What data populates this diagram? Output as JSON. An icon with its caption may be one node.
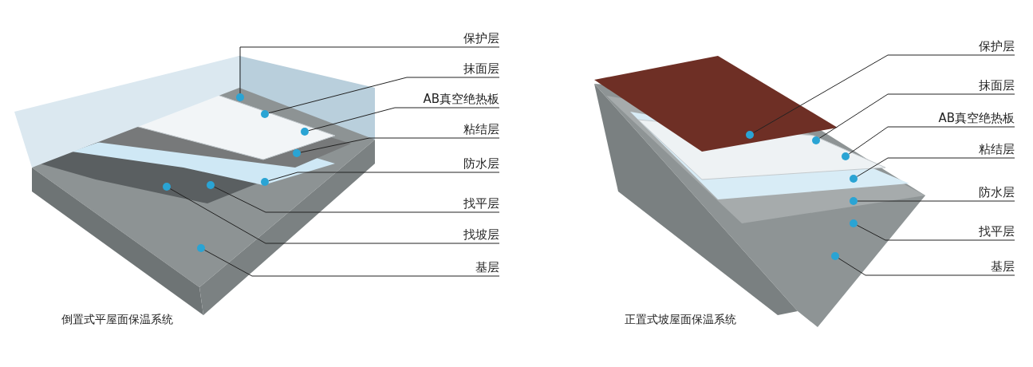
{
  "diagram": {
    "nodes": [
      {
        "text": [
          "保护层"
        ]
      },
      {
        "text": [
          "抹面层"
        ]
      },
      {
        "text": [
          "AB真空绝热板"
        ]
      },
      {
        "text": [
          "粘结层"
        ]
      },
      {
        "text": [
          "防水层"
        ]
      },
      {
        "text": [
          "找平层"
        ]
      },
      {
        "text": [
          "找坡层"
        ]
      },
      {
        "text": [
          "基层"
        ]
      },
      {
        "text": [],
        "shape": "circle"
      },
      {
        "text": [],
        "shape": "circle"
      },
      {
        "text": [],
        "shape": "circle"
      },
      {
        "text": [],
        "shape": "circle"
      },
      {
        "text": [],
        "shape": "circle"
      },
      {
        "text": [],
        "shape": "circle"
      },
      {
        "text": [],
        "shape": "circle"
      },
      {
        "text": [],
        "shape": "circle"
      },
      {
        "text": [
          "保护层"
        ]
      },
      {
        "text": [
          "抹面层"
        ]
      },
      {
        "text": [
          "AB真空绝热板"
        ]
      },
      {
        "text": [
          "粘结层"
        ]
      },
      {
        "text": [
          "防水层"
        ]
      },
      {
        "text": [
          "找平层"
        ]
      },
      {
        "text": [
          "基层"
        ]
      },
      {
        "text": [],
        "shape": "circle"
      },
      {
        "text": [],
        "shape": "circle"
      },
      {
        "text": [],
        "shape": "circle"
      },
      {
        "text": [],
        "shape": "circle"
      },
      {
        "text": [],
        "shape": "circle"
      },
      {
        "text": [],
        "shape": "circle"
      },
      {
        "text": [],
        "shape": "circle"
      }
    ],
    "edges": [
      {
        "from": 0,
        "to": 8,
        "arrow": "none"
      },
      {
        "from": 1,
        "to": 9,
        "arrow": "none"
      },
      {
        "from": 2,
        "to": 10,
        "arrow": "none"
      },
      {
        "from": 3,
        "to": 11,
        "arrow": "none"
      },
      {
        "from": 4,
        "to": 12,
        "arrow": "none"
      },
      {
        "from": 5,
        "to": 13,
        "arrow": "none"
      },
      {
        "from": 6,
        "to": 14,
        "arrow": "none"
      },
      {
        "from": 7,
        "to": 15,
        "arrow": "none"
      },
      {
        "from": 16,
        "to": 23,
        "arrow": "none"
      },
      {
        "from": 17,
        "to": 24,
        "arrow": "none"
      },
      {
        "from": 18,
        "to": 25,
        "arrow": "none"
      },
      {
        "from": 19,
        "to": 26,
        "arrow": "none"
      },
      {
        "from": 20,
        "to": 27,
        "arrow": "none"
      },
      {
        "from": 21,
        "to": 28,
        "arrow": "none"
      },
      {
        "from": 22,
        "to": 29,
        "arrow": "none"
      }
    ],
    "labels": [
      "倒置式平屋面保温系统",
      "正置式坡屋面保温系统"
    ]
  }
}
